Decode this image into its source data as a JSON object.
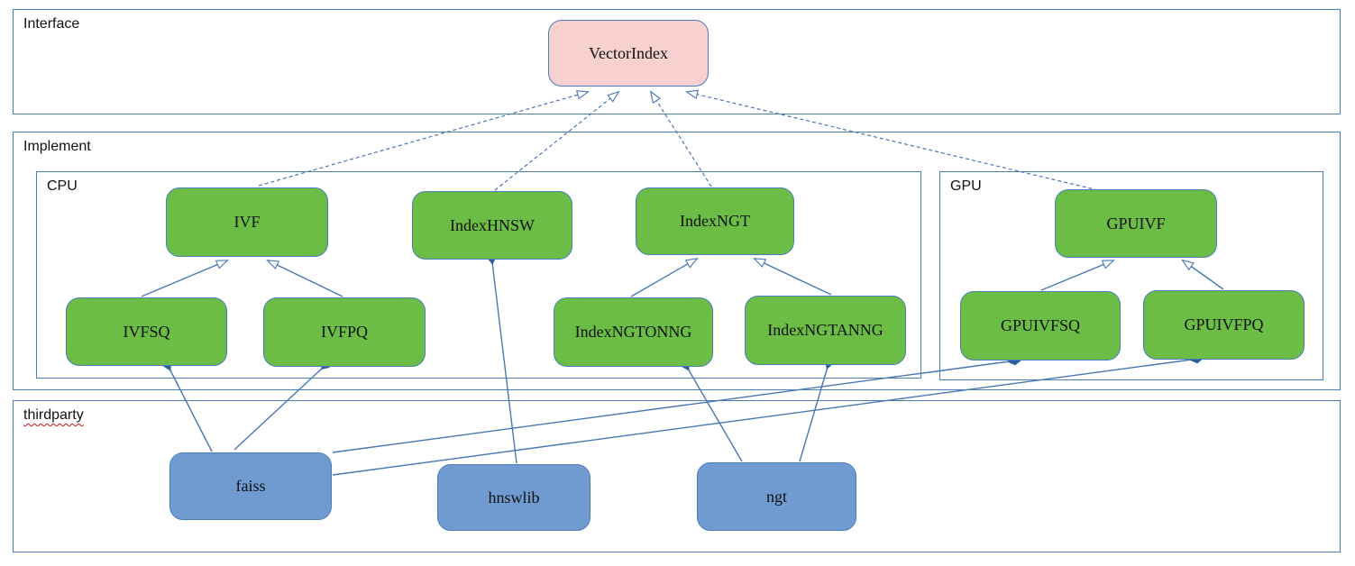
{
  "diagram": {
    "containers": {
      "interface": {
        "label": "Interface"
      },
      "implement": {
        "label": "Implement"
      },
      "cpu": {
        "label": "CPU"
      },
      "gpu": {
        "label": "GPU"
      },
      "thirdparty": {
        "label": "thirdparty"
      }
    },
    "nodes": {
      "vectorindex": {
        "label": "VectorIndex"
      },
      "ivf": {
        "label": "IVF"
      },
      "indexhnsw": {
        "label": "IndexHNSW"
      },
      "indexngt": {
        "label": "IndexNGT"
      },
      "gpuivf": {
        "label": "GPUIVF"
      },
      "ivfsq": {
        "label": "IVFSQ"
      },
      "ivfpq": {
        "label": "IVFPQ"
      },
      "indexngtonng": {
        "label": "IndexNGTONNG"
      },
      "indexngtanng": {
        "label": "IndexNGTANNG"
      },
      "gpuivfsq": {
        "label": "GPUIVFSQ"
      },
      "gpuivfpq": {
        "label": "GPUIVFPQ"
      },
      "faiss": {
        "label": "faiss"
      },
      "hnswlib": {
        "label": "hnswlib"
      },
      "ngt": {
        "label": "ngt"
      }
    },
    "edges": [
      {
        "from": "IVF",
        "to": "VectorIndex",
        "type": "realization-dashed"
      },
      {
        "from": "IndexHNSW",
        "to": "VectorIndex",
        "type": "realization-dashed"
      },
      {
        "from": "IndexNGT",
        "to": "VectorIndex",
        "type": "realization-dashed"
      },
      {
        "from": "GPUIVF",
        "to": "VectorIndex",
        "type": "realization-dashed"
      },
      {
        "from": "IVFSQ",
        "to": "IVF",
        "type": "generalization"
      },
      {
        "from": "IVFPQ",
        "to": "IVF",
        "type": "generalization"
      },
      {
        "from": "IndexNGTONNG",
        "to": "IndexNGT",
        "type": "generalization"
      },
      {
        "from": "IndexNGTANNG",
        "to": "IndexNGT",
        "type": "generalization"
      },
      {
        "from": "GPUIVFSQ",
        "to": "GPUIVF",
        "type": "generalization"
      },
      {
        "from": "GPUIVFPQ",
        "to": "GPUIVF",
        "type": "generalization"
      },
      {
        "from": "IVFSQ",
        "to": "faiss",
        "type": "composition"
      },
      {
        "from": "IVFPQ",
        "to": "faiss",
        "type": "composition"
      },
      {
        "from": "IndexHNSW",
        "to": "hnswlib",
        "type": "composition"
      },
      {
        "from": "IndexNGTONNG",
        "to": "ngt",
        "type": "composition"
      },
      {
        "from": "IndexNGTANNG",
        "to": "ngt",
        "type": "composition"
      },
      {
        "from": "GPUIVFSQ",
        "to": "faiss",
        "type": "composition"
      },
      {
        "from": "GPUIVFPQ",
        "to": "faiss",
        "type": "composition"
      }
    ],
    "colors": {
      "interface_node_fill": "#f8d0cf",
      "implement_node_fill": "#6bbd46",
      "thirdparty_node_fill": "#6f9bd1",
      "node_border": "#4a7ebb",
      "container_border": "#4a7ebb",
      "edge_line": "#4a77b4",
      "diamond_fill": "#2e5d9e",
      "spellcheck_underline": "#cc1111"
    }
  }
}
